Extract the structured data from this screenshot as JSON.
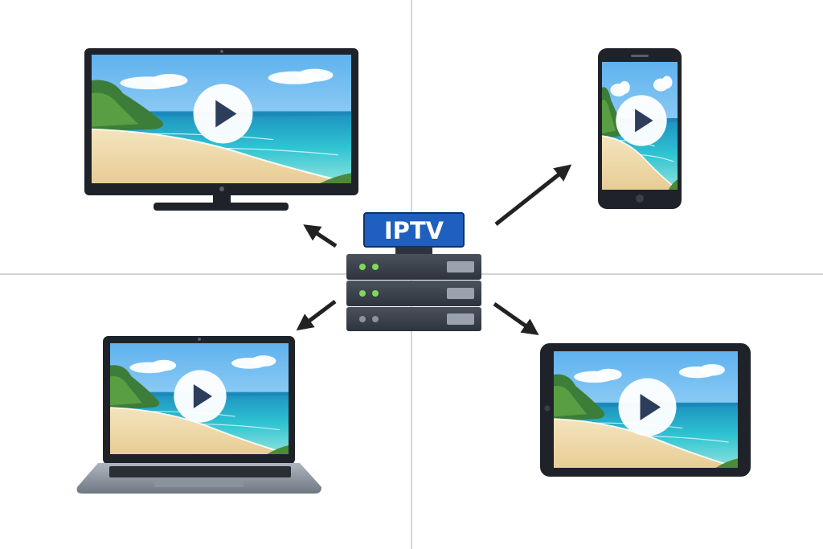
{
  "server": {
    "label": "IPTV"
  },
  "devices": [
    {
      "kind": "tv",
      "screen": "beach-video"
    },
    {
      "kind": "smartphone",
      "screen": "beach-video"
    },
    {
      "kind": "laptop",
      "screen": "beach-video"
    },
    {
      "kind": "tablet",
      "screen": "beach-video"
    }
  ],
  "colors": {
    "frame": "#1f2329",
    "server_body": "#3b424c",
    "server_led": "#7ed957",
    "label_bg": "#1f5fbf",
    "play_icon": "#2c3e5c",
    "sky": "#7cc4f0",
    "sea": "#2ab3cf",
    "sand": "#f3dfb6",
    "arrow": "#222222",
    "divider": "#bbbbbb"
  }
}
